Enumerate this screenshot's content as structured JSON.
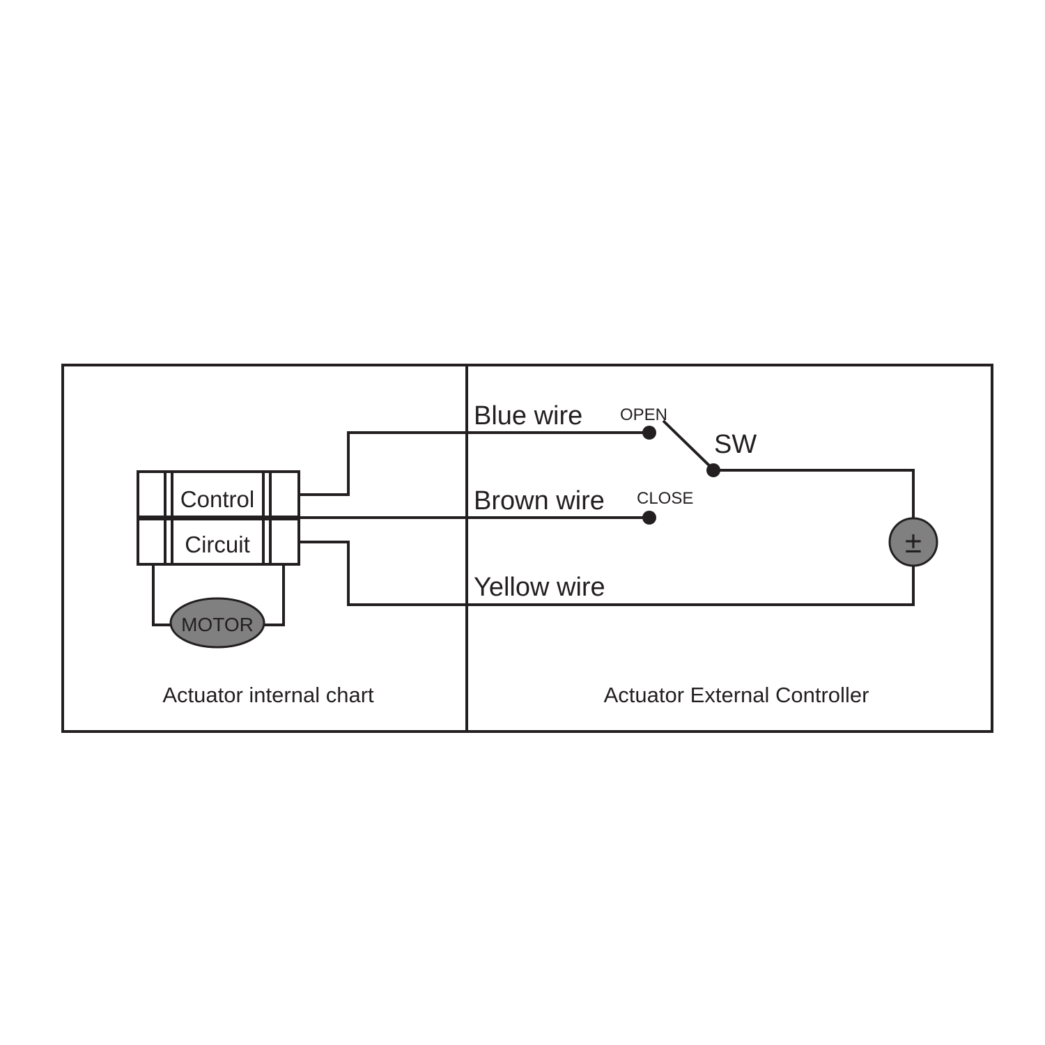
{
  "diagram": {
    "left_panel": {
      "caption": "Actuator internal chart",
      "control_label": "Control",
      "circuit_label": "Circuit",
      "motor_label": "MOTOR"
    },
    "right_panel": {
      "caption": "Actuator External Controller",
      "blue_wire": "Blue wire",
      "brown_wire": "Brown wire",
      "yellow_wire": "Yellow wire",
      "open_label": "OPEN",
      "close_label": "CLOSE",
      "switch_label": "SW",
      "power_symbol": "±"
    },
    "colors": {
      "line": "#231f20",
      "motor_fill": "#808080",
      "power_fill": "#808080",
      "background": "#ffffff"
    }
  }
}
